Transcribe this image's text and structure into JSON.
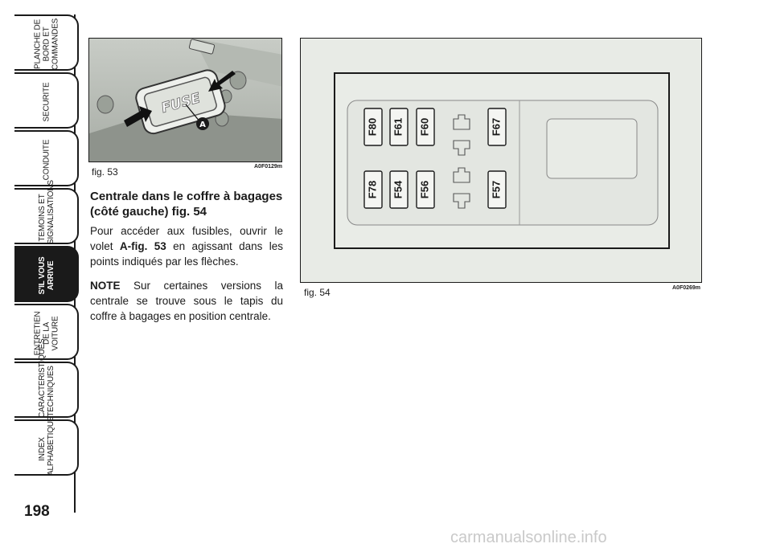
{
  "tabs": [
    {
      "label": "PLANCHE DE\nBORD ET\nCOMMANDES",
      "active": false
    },
    {
      "label": "SECURITE",
      "active": false
    },
    {
      "label": "CONDUITE",
      "active": false
    },
    {
      "label": "TEMOINS ET\nSIGNALISATIONS",
      "active": false
    },
    {
      "label": "S'IL VOUS\nARRIVE",
      "active": true
    },
    {
      "label": "ENTRETIEN\nDE LA VOITURE",
      "active": false
    },
    {
      "label": "CARACTERISTIQUES\nTECHNIQUES",
      "active": false
    },
    {
      "label": "INDEX\nALPHABETIQUE",
      "active": false
    }
  ],
  "page_number": "198",
  "fig53": {
    "caption": "fig. 53",
    "code": "A0F0129m",
    "cover_text": "FUSE",
    "marker": "A"
  },
  "heading": "Centrale dans le coffre à bagages (côté gauche) fig. 54",
  "para1": {
    "before": "Pour accéder aux fusibles, ouvrir le volet ",
    "ref": "A-fig. 53",
    "after": " en agissant dans les points indiqués par les flèches."
  },
  "para2": {
    "label": "NOTE",
    "text": " Sur certaines versions la centrale se trouve sous le tapis du coffre à bagages en position centrale."
  },
  "fig54": {
    "caption": "fig. 54",
    "code": "A0F0269m",
    "fuses_top": [
      "F80",
      "F61",
      "F60",
      "F67"
    ],
    "fuses_bottom": [
      "F78",
      "F54",
      "F56",
      "F57"
    ]
  },
  "watermark": "carmanualsonline.info"
}
